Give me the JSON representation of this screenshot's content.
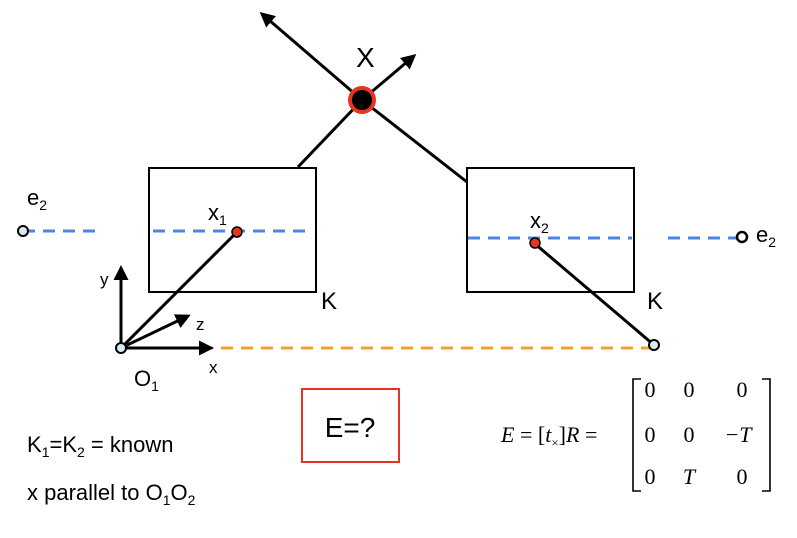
{
  "labels": {
    "point_X": "X",
    "x1_base": "x",
    "x1_sub": "1",
    "x2_base": "x",
    "x2_sub": "2",
    "e2_left_base": "e",
    "e2_left_sub": "2",
    "e2_right_base": "e",
    "e2_right_sub": "2",
    "K_left": "K",
    "K_right": "K",
    "axis_y": "y",
    "axis_z": "z",
    "axis_x": "x",
    "O1_base": "O",
    "O1_sub": "1",
    "question": "E=?"
  },
  "notes": {
    "line1": {
      "a": "K",
      "a_sub": "1",
      "b": "=K",
      "b_sub": "2",
      "c": " = known"
    },
    "line2": {
      "a": "x parallel to O",
      "a_sub": "1",
      "b": "O",
      "b_sub": "2"
    }
  },
  "formula": {
    "lhs_E": "E",
    "lhs_eq": " = [",
    "lhs_t": "t",
    "lhs_times": "×",
    "lhs_close": "]",
    "lhs_R": "R",
    "lhs_eq2": " =",
    "matrix": [
      [
        "0",
        "0",
        "0"
      ],
      [
        "0",
        "0",
        "−T"
      ],
      [
        "0",
        "T",
        "0"
      ]
    ]
  },
  "colors": {
    "epipolar_line": "#4a86e8",
    "baseline": "#f4a224",
    "point_red": "#e8341c",
    "outline": "#000000",
    "question_box": "#e8341c",
    "camera_center_fill": "#d7ecf2"
  }
}
